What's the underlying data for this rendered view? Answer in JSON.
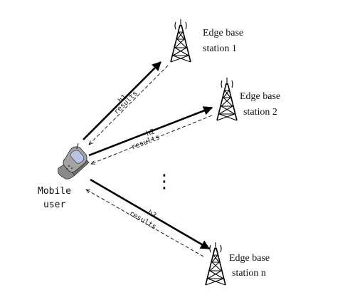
{
  "user": {
    "label_line1": "Mobile",
    "label_line2": "user"
  },
  "stations": [
    {
      "label_line1": "Edge base",
      "label_line2": "station 1"
    },
    {
      "label_line1": "Edge base",
      "label_line2": "station 2"
    },
    {
      "label_line1": "Edge base",
      "label_line2": "station n"
    }
  ],
  "links": [
    {
      "channel": "h1",
      "return": "results"
    },
    {
      "channel": "h2",
      "return": "results"
    },
    {
      "channel": "h3",
      "return": "results"
    }
  ],
  "ellipsis": "⋮",
  "colors": {
    "line": "#000000",
    "phone_body": "#7a7a7a",
    "phone_screen": "#b8c4e6"
  },
  "icons": [
    "base-station-tower-icon",
    "mobile-phone-icon"
  ]
}
